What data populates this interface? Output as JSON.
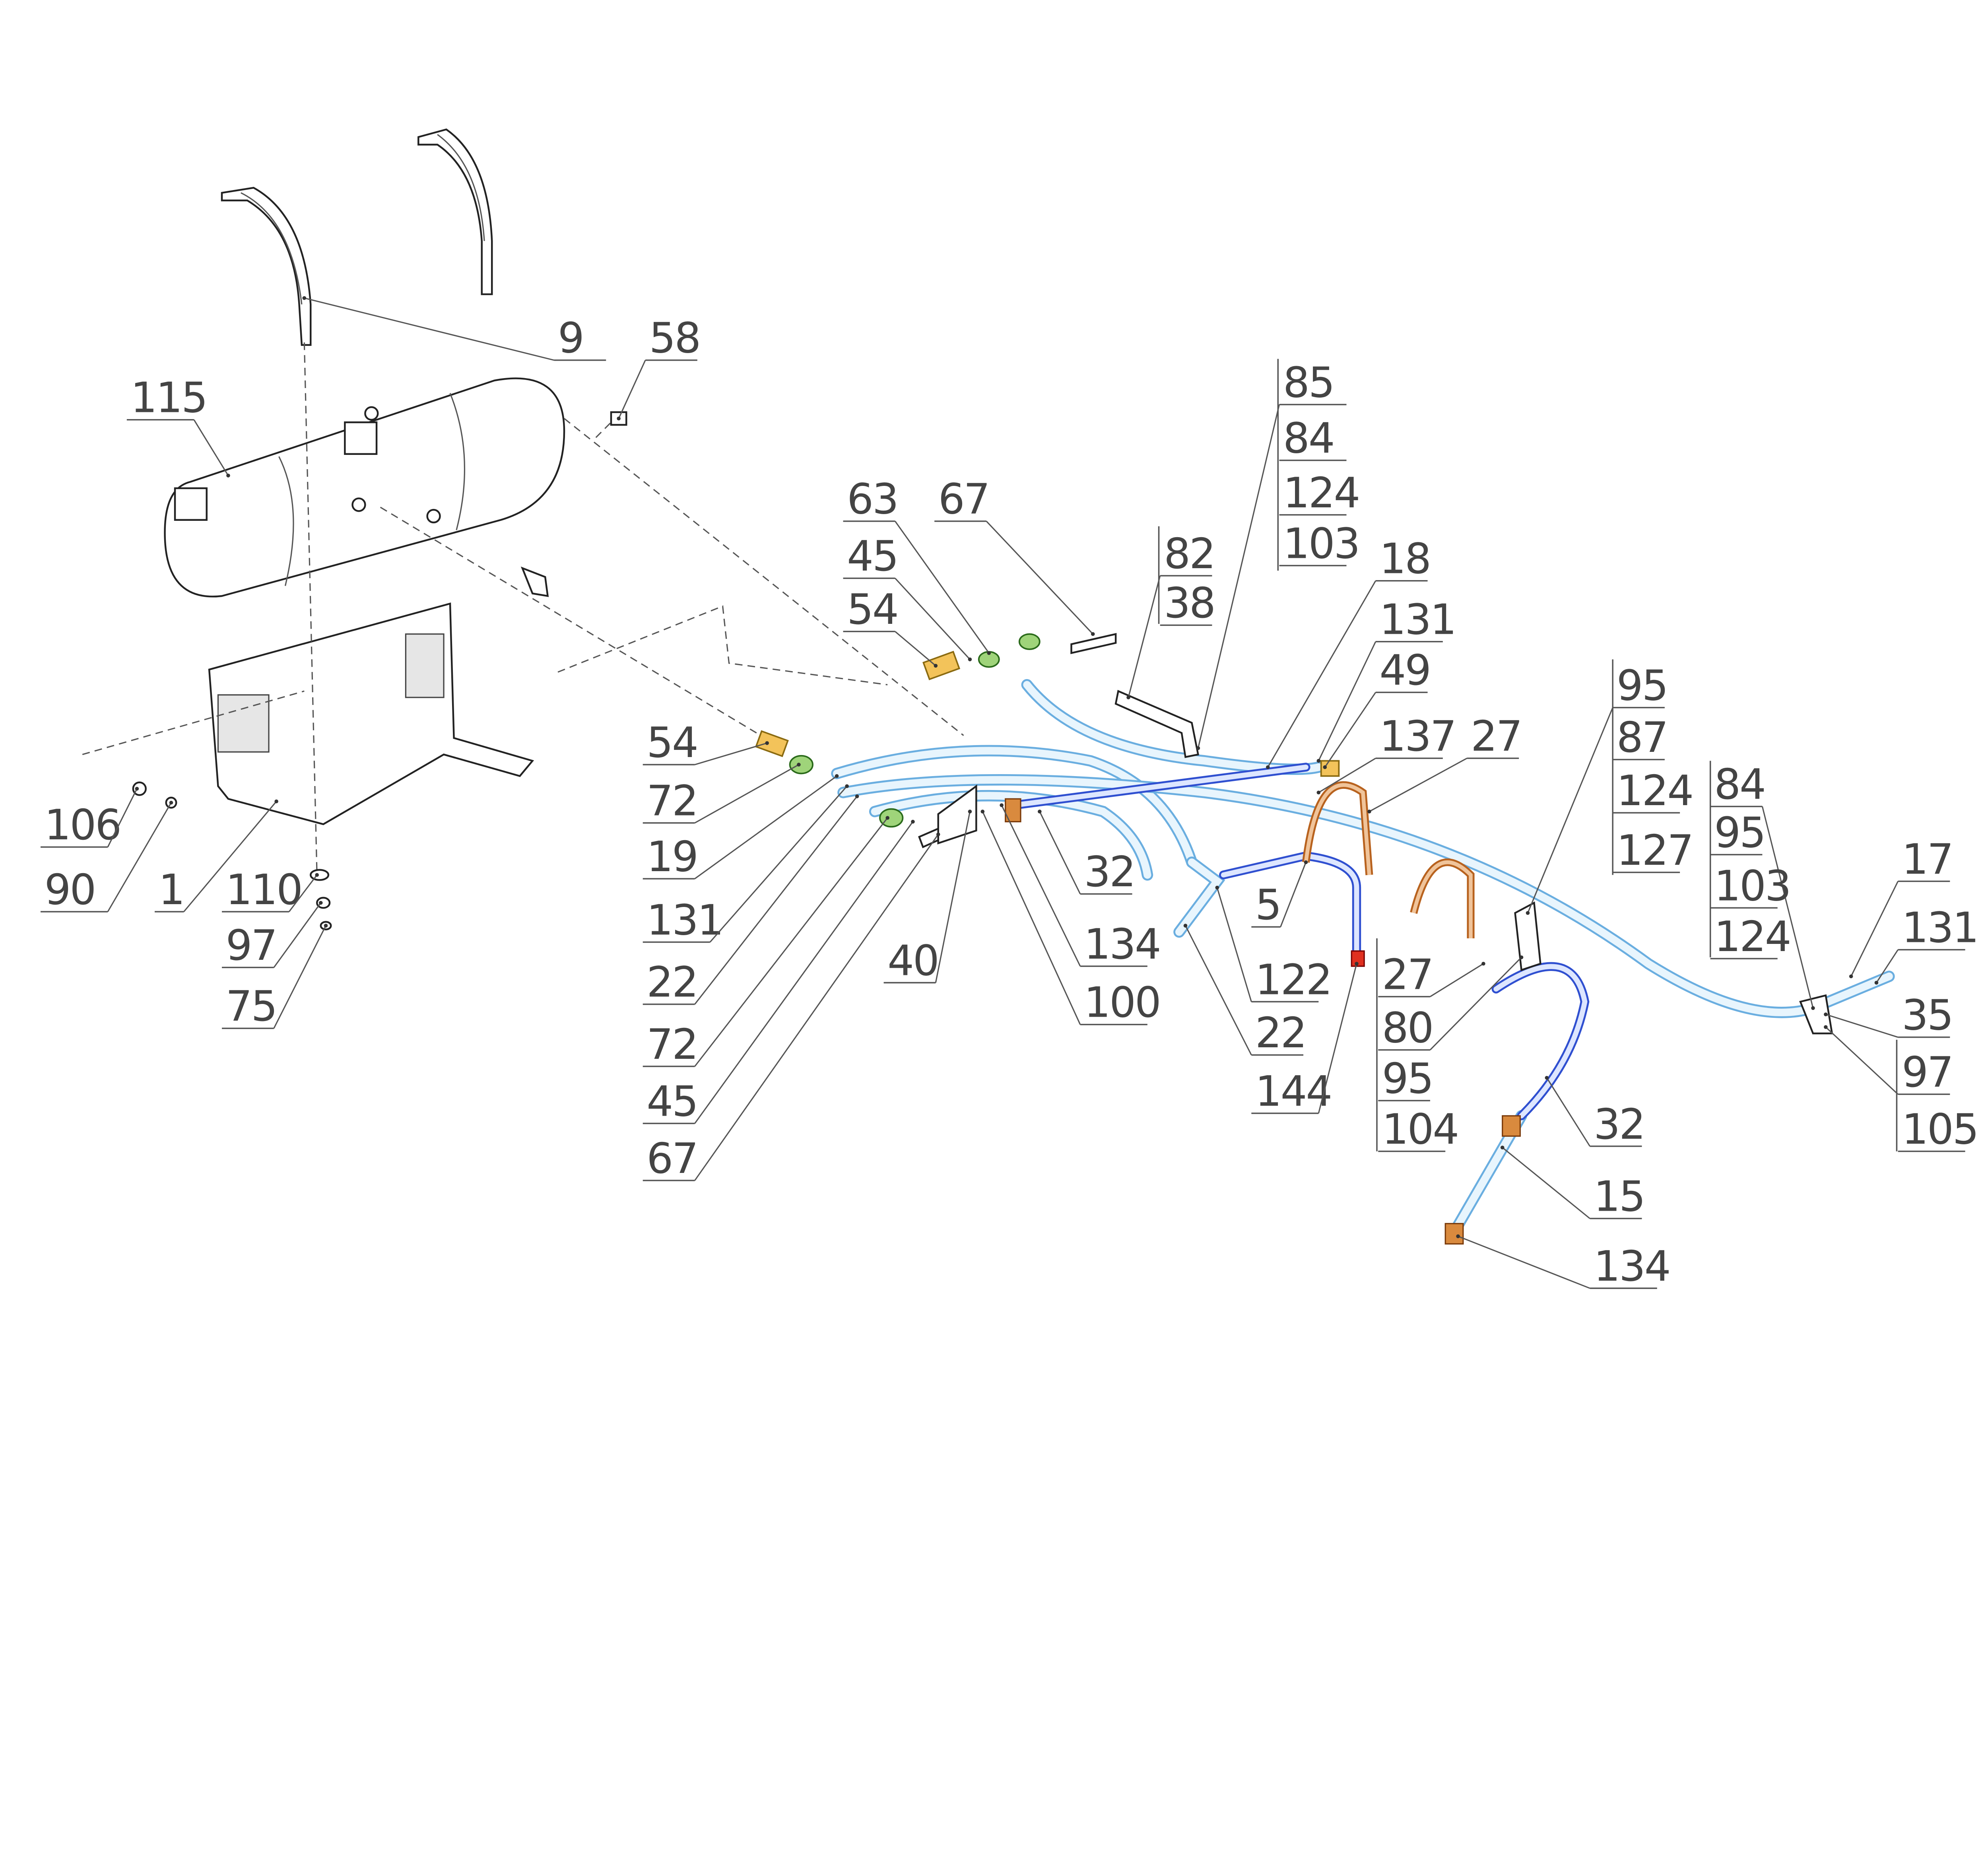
{
  "title": "Fuel tank and fuel line assembly exploded diagram",
  "colors": {
    "hose": "#a8d4ee",
    "pipe": "#2f4fd0",
    "clamp": "#b8621e",
    "brass": "#f3c35a",
    "fitting": "#9fd47a",
    "red_fitting": "#e03020"
  },
  "labels": [
    "9",
    "58",
    "115",
    "85",
    "84",
    "124",
    "103",
    "63",
    "67",
    "45",
    "82",
    "38",
    "18",
    "54",
    "131",
    "49",
    "95",
    "137",
    "27",
    "87",
    "54",
    "84",
    "124",
    "72",
    "95",
    "127",
    "106",
    "17",
    "19",
    "32",
    "90",
    "1",
    "110",
    "103",
    "5",
    "131",
    "131",
    "134",
    "97",
    "124",
    "22",
    "40",
    "122",
    "27",
    "35",
    "75",
    "100",
    "72",
    "22",
    "80",
    "97",
    "45",
    "144",
    "95",
    "105",
    "104",
    "32",
    "67",
    "15",
    "134"
  ]
}
